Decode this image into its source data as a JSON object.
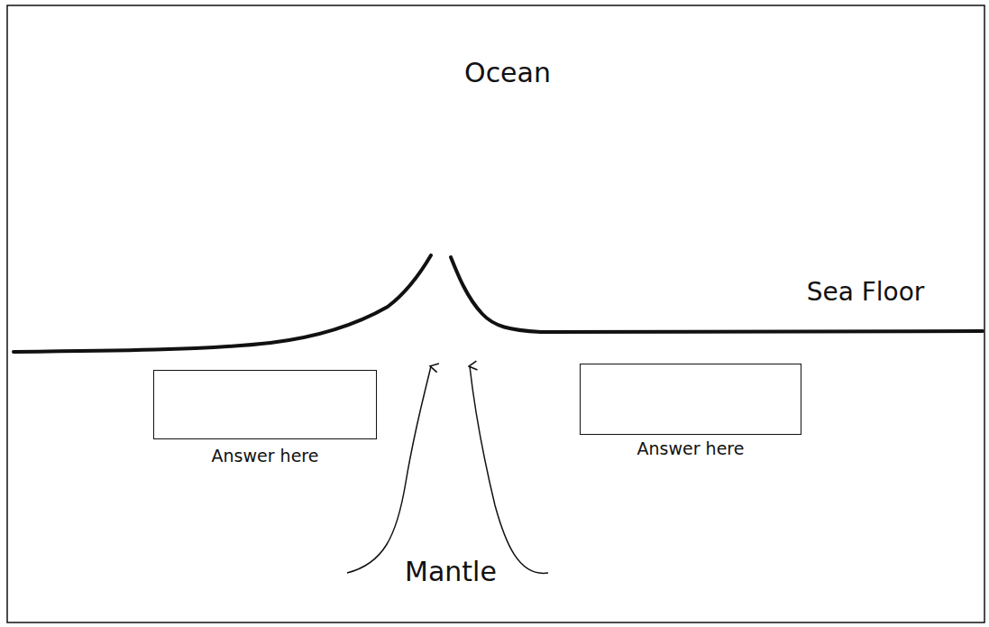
{
  "diagram": {
    "nodes": [
      {
        "text": [
          "Answer here"
        ]
      },
      {
        "text": [
          "Answer here"
        ]
      }
    ],
    "labels": [
      "Ocean",
      "Sea Floor",
      "Mantle"
    ]
  }
}
